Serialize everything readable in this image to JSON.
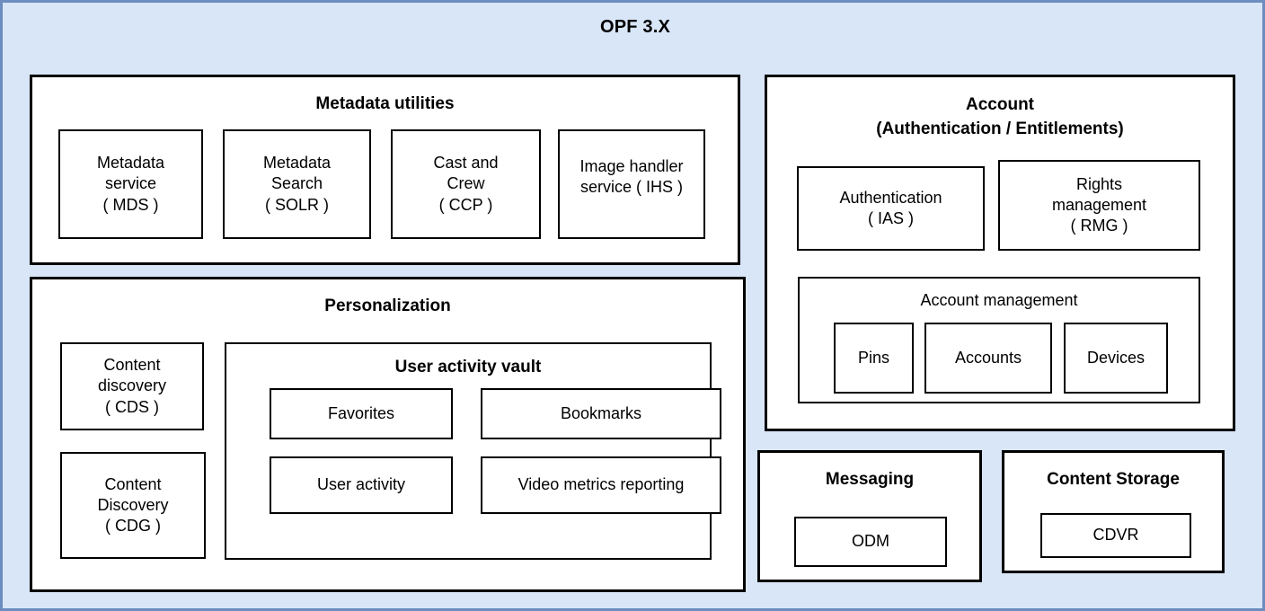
{
  "diagram": {
    "title": "OPF 3.X",
    "background_color": "#d9e6f8",
    "border_color": "#6d8cc0",
    "node_fill": "#ffffff",
    "node_border": "#000000"
  },
  "metadata_utilities": {
    "title": "Metadata utilities",
    "nodes": [
      {
        "label": "Metadata\nservice\n( MDS )"
      },
      {
        "label": "Metadata\nSearch\n( SOLR )"
      },
      {
        "label": "Cast and\nCrew\n( CCP )"
      },
      {
        "label": "Image handler\nservice ( IHS )"
      }
    ]
  },
  "personalization": {
    "title": "Personalization",
    "side_nodes": [
      {
        "label": "Content\ndiscovery\n( CDS )"
      },
      {
        "label": "Content\nDiscovery\n( CDG )"
      }
    ],
    "user_activity_vault": {
      "title": "User activity vault",
      "nodes": [
        {
          "label": "Favorites"
        },
        {
          "label": "Bookmarks"
        },
        {
          "label": "User activity"
        },
        {
          "label": "Video metrics reporting"
        }
      ]
    }
  },
  "account": {
    "title_line1": "Account",
    "title_line2": "(Authentication / Entitlements)",
    "nodes": [
      {
        "label": "Authentication\n( IAS )"
      },
      {
        "label": "Rights\nmanagement\n( RMG )"
      }
    ],
    "account_management": {
      "title": "Account management",
      "nodes": [
        {
          "label": "Pins"
        },
        {
          "label": "Accounts"
        },
        {
          "label": "Devices"
        }
      ]
    }
  },
  "messaging": {
    "title": "Messaging",
    "nodes": [
      {
        "label": "ODM"
      }
    ]
  },
  "content_storage": {
    "title": "Content Storage",
    "nodes": [
      {
        "label": "CDVR"
      }
    ]
  }
}
